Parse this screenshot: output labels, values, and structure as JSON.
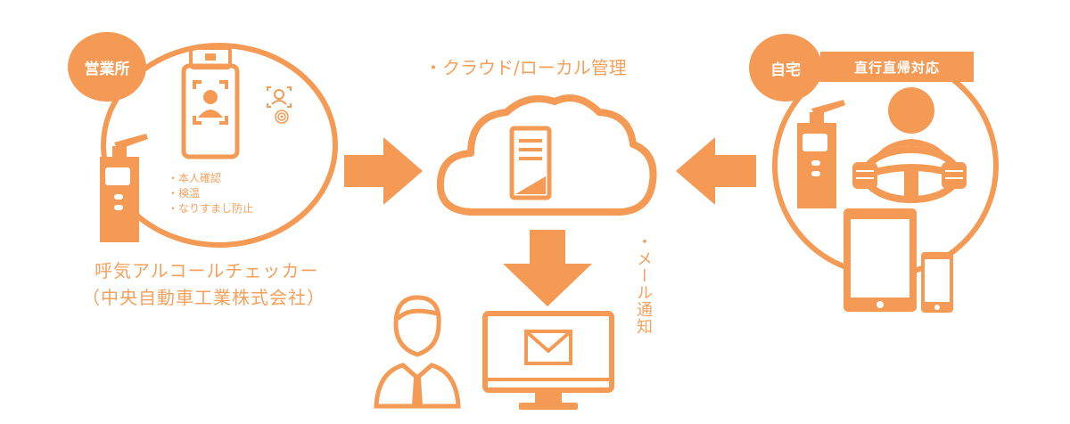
{
  "colors": {
    "accent": "#f49a55",
    "text": "#f6a05c",
    "background": "#ffffff"
  },
  "office": {
    "badge": "営業所",
    "bullets": [
      "本人確認",
      "検温",
      "なりすまし防止"
    ],
    "device_caption_line1": "呼気アルコールチェッカー",
    "device_caption_line2": "（中央自動車工業株式会社）"
  },
  "cloud": {
    "label": "・クラウド/ローカル管理"
  },
  "home": {
    "badge": "自宅",
    "ribbon": "直行直帰対応"
  },
  "notification": {
    "label": "・メール通知"
  },
  "icons": [
    "face-scan-tablet-icon",
    "face-fingerprint-icon",
    "breathalyzer-icon",
    "cloud-server-icon",
    "arrow-right-icon",
    "arrow-left-icon",
    "arrow-down-icon",
    "monitor-mail-icon",
    "manager-person-icon",
    "driver-steering-icon",
    "tablet-icon",
    "smartphone-icon"
  ]
}
